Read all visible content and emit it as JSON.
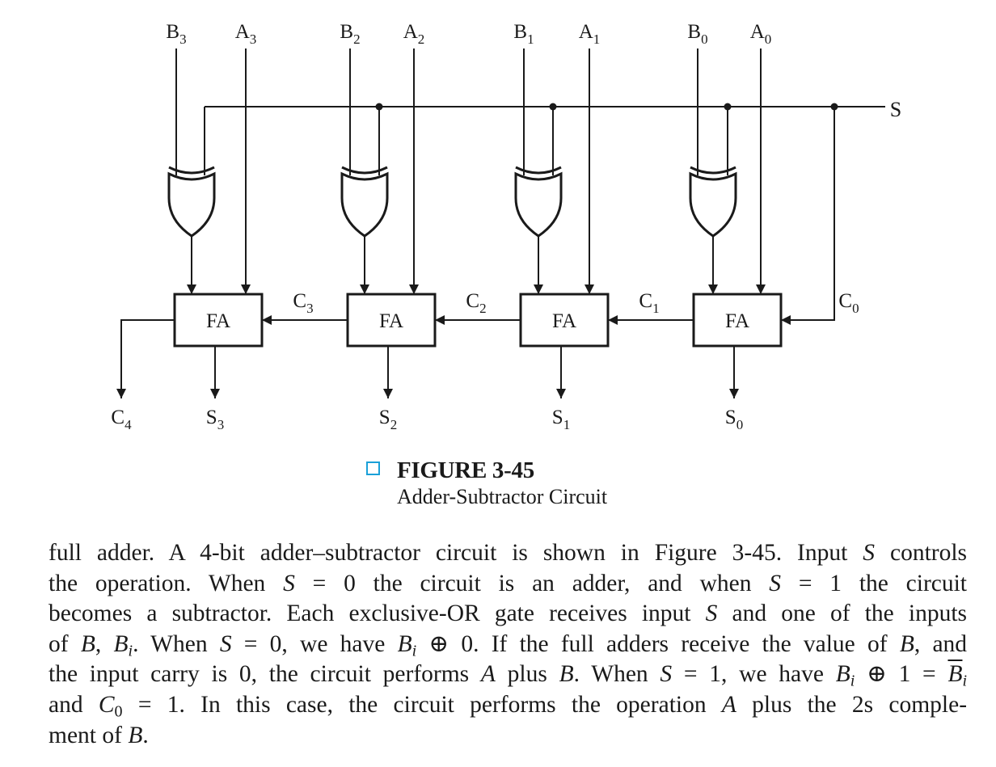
{
  "diagram": {
    "top_inputs": [
      {
        "letter": "B",
        "sub": "3"
      },
      {
        "letter": "A",
        "sub": "3"
      },
      {
        "letter": "B",
        "sub": "2"
      },
      {
        "letter": "A",
        "sub": "2"
      },
      {
        "letter": "B",
        "sub": "1"
      },
      {
        "letter": "A",
        "sub": "1"
      },
      {
        "letter": "B",
        "sub": "0"
      },
      {
        "letter": "A",
        "sub": "0"
      }
    ],
    "control_label": "S",
    "adder_label": "FA",
    "carries": [
      {
        "letter": "C",
        "sub": "3"
      },
      {
        "letter": "C",
        "sub": "2"
      },
      {
        "letter": "C",
        "sub": "1"
      },
      {
        "letter": "C",
        "sub": "0"
      }
    ],
    "carry_out": {
      "letter": "C",
      "sub": "4"
    },
    "outputs": [
      {
        "letter": "S",
        "sub": "3"
      },
      {
        "letter": "S",
        "sub": "2"
      },
      {
        "letter": "S",
        "sub": "1"
      },
      {
        "letter": "S",
        "sub": "0"
      }
    ]
  },
  "caption": {
    "title": "FIGURE 3-45",
    "subtitle": "Adder-Subtractor Circuit"
  },
  "paragraph": {
    "l1": "full adder. A 4-bit adder–subtractor circuit is shown in Figure 3-45. Input",
    "l1_var": "S",
    "l1_end": "controls",
    "l2_a": "the operation. When",
    "l2_var1": "S",
    "l2_b": "= 0 the circuit is an adder, and when",
    "l2_var2": "S",
    "l2_c": "= 1 the circuit",
    "l3_a": "becomes a subtractor. Each exclusive-OR gate receives input",
    "l3_var": "S",
    "l3_b": "and one of the inputs",
    "l4_a": "of",
    "l4_var1": "B",
    "l4_var2": "B",
    "l4_sub2": "i",
    "l4_b": ". When",
    "l4_var3": "S",
    "l4_c": "= 0, we have",
    "l4_var4": "B",
    "l4_sub4": "i",
    "l4_d": "⊕ 0. If the full adders receive the value of",
    "l4_var5": "B",
    "l4_e": ", and",
    "l5_a": "the input carry is 0, the circuit performs",
    "l5_var1": "A",
    "l5_b": "plus",
    "l5_var2": "B",
    "l5_c": ". When",
    "l5_var3": "S",
    "l5_d": "= 1, we have",
    "l5_var4": "B",
    "l5_sub4": "i",
    "l5_e": "⊕ 1 =",
    "l5_var5": "B",
    "l5_sub5": "i",
    "l6_a": "and",
    "l6_var1": "C",
    "l6_sub1": "0",
    "l6_b": "= 1. In this case, the circuit performs the operation",
    "l6_var2": "A",
    "l6_c": "plus the 2s comple-",
    "l7_a": "ment of",
    "l7_var": "B",
    "l7_b": "."
  }
}
